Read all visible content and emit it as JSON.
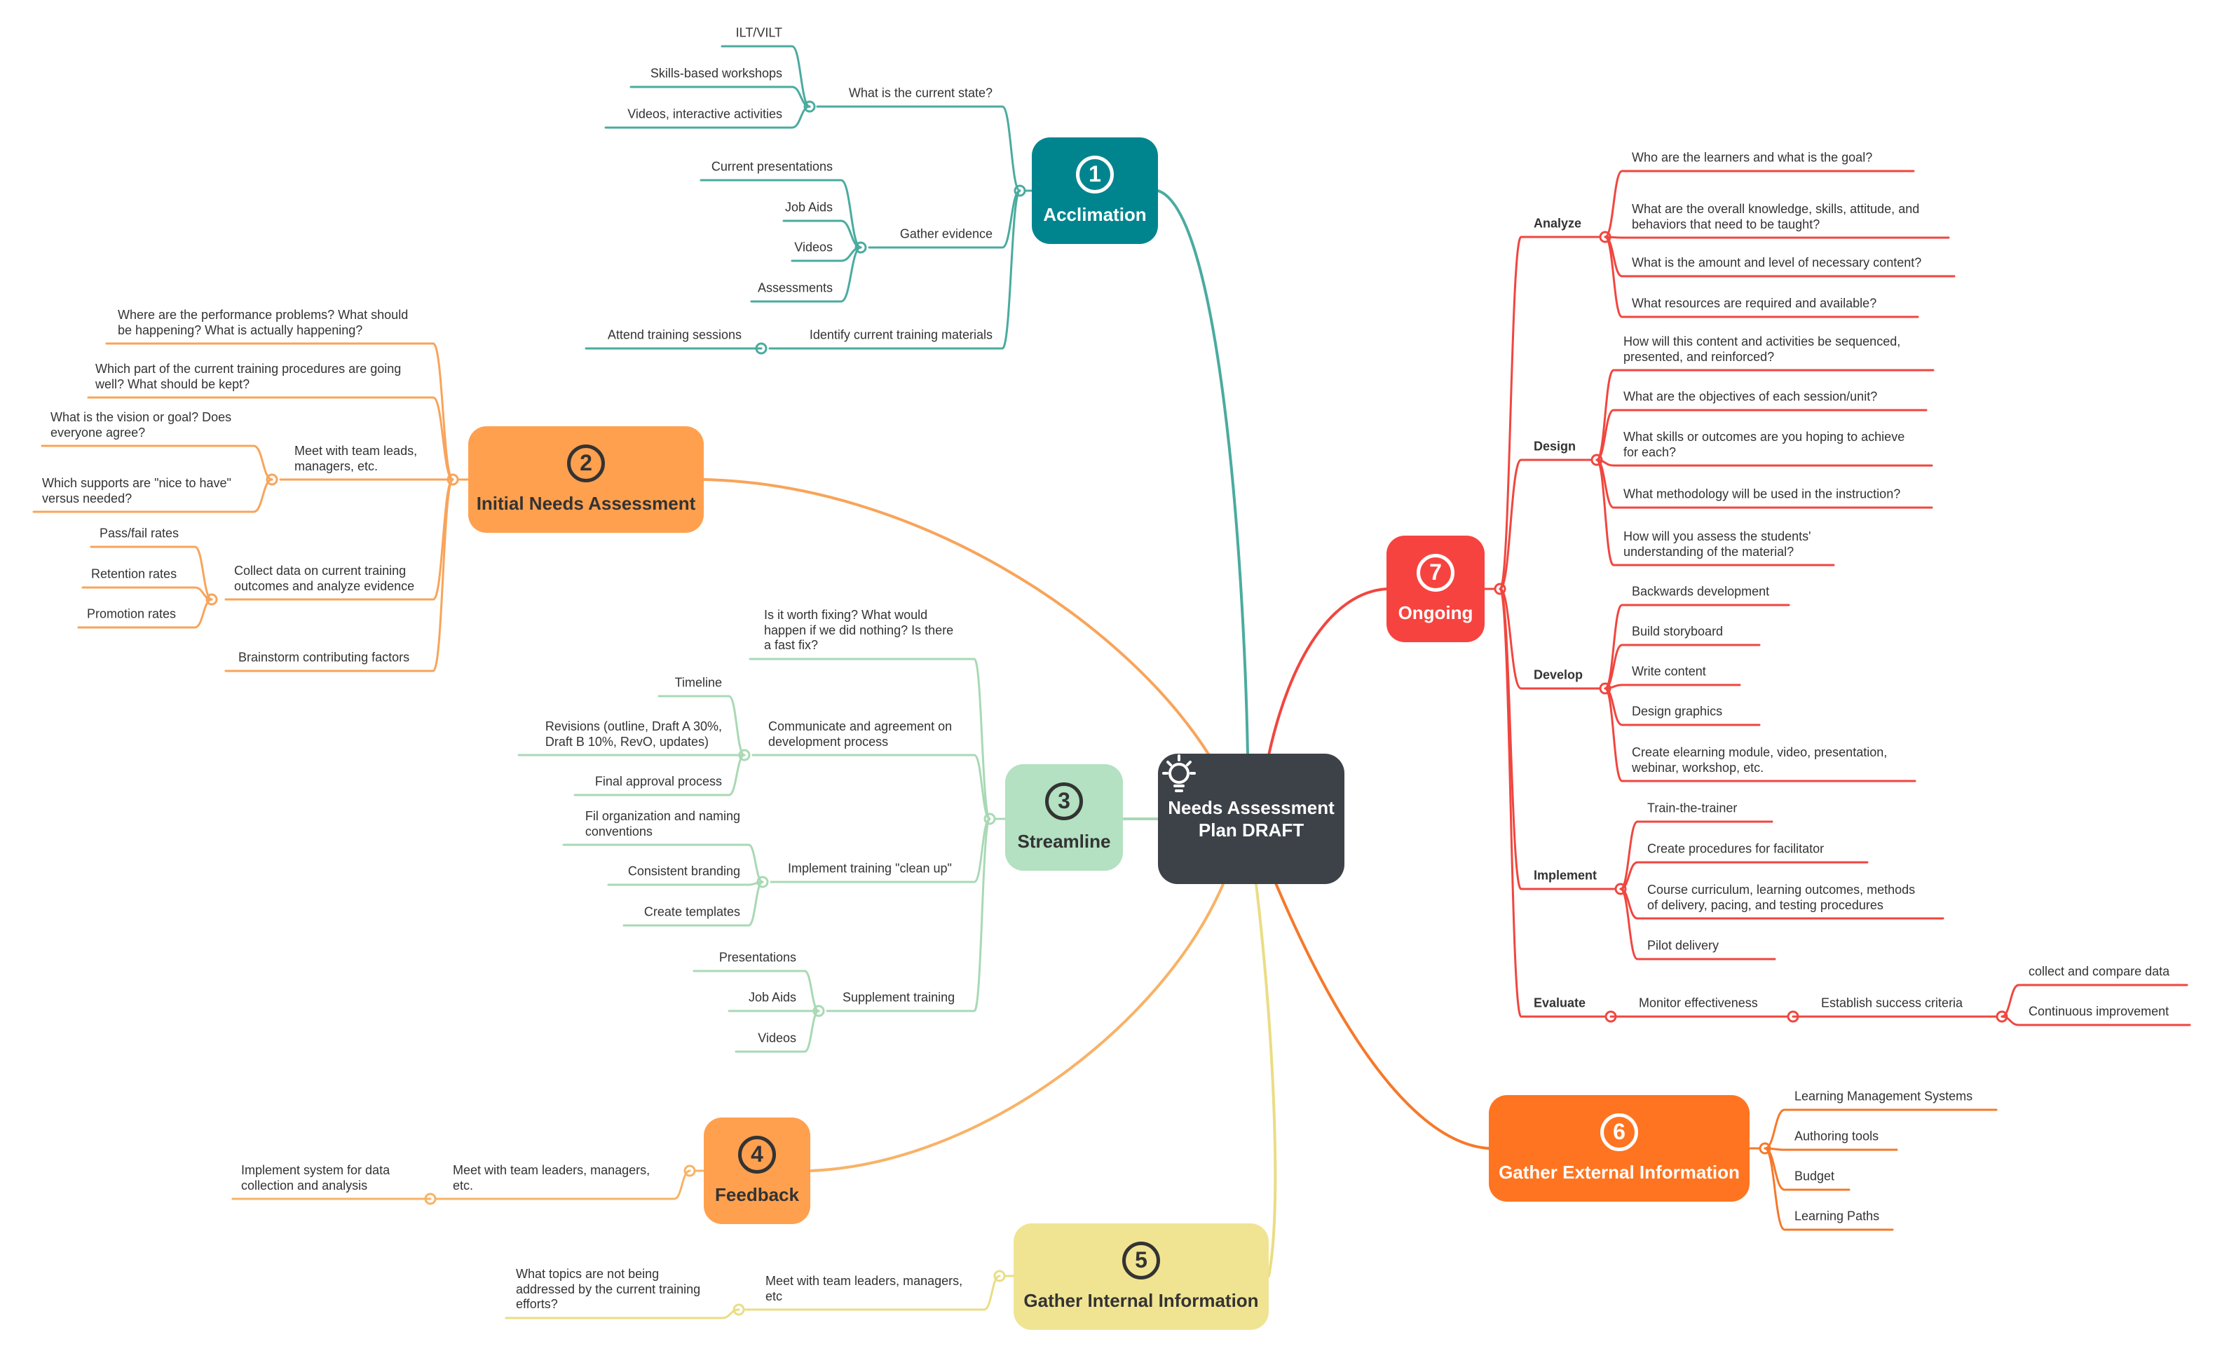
{
  "root": {
    "title": "Needs Assessment\nPlan DRAFT",
    "icon": "lightbulb-icon",
    "color": "#3d4148"
  },
  "branches": [
    {
      "id": "b1",
      "number": "1",
      "title": "Acclimation",
      "color": "#00858f",
      "line_color": "#4aab9f",
      "text_color": "#ffffff",
      "children": [
        {
          "text": "What is the current state?",
          "children": [
            {
              "text": "ILT/VILT"
            },
            {
              "text": "Skills-based workshops"
            },
            {
              "text": "Videos, interactive activities"
            }
          ]
        },
        {
          "text": "Gather evidence",
          "children": [
            {
              "text": "Current presentations"
            },
            {
              "text": "Job Aids"
            },
            {
              "text": "Videos"
            },
            {
              "text": "Assessments"
            }
          ]
        },
        {
          "text": "Identify current training materials",
          "children": [
            {
              "text": "Attend training sessions"
            }
          ]
        }
      ]
    },
    {
      "id": "b2",
      "number": "2",
      "title": "Initial Needs Assessment",
      "color": "#ffa04f",
      "line_color": "#f8a45a",
      "text_color": "#333333",
      "children": [
        {
          "text": "Where are the performance problems? What should\nbe happening? What is actually happening?"
        },
        {
          "text": "Which part of the current training procedures are going\nwell?  What should be kept?"
        },
        {
          "text": "Meet with team leads,\nmanagers, etc.",
          "children": [
            {
              "text": "What is the vision or goal?  Does\neveryone agree?"
            },
            {
              "text": "Which supports are \"nice to have\"\nversus needed?"
            }
          ]
        },
        {
          "text": "Collect data on current training\noutcomes and analyze evidence",
          "children": [
            {
              "text": "Pass/fail rates"
            },
            {
              "text": "Retention rates"
            },
            {
              "text": "Promotion rates"
            }
          ]
        },
        {
          "text": "Brainstorm contributing factors"
        }
      ]
    },
    {
      "id": "b3",
      "number": "3",
      "title": "Streamline",
      "color": "#b3e1c1",
      "line_color": "#a8d9b4",
      "text_color": "#333333",
      "children": [
        {
          "text": "Is it worth fixing?  What would\nhappen if we did nothing? Is there\na fast fix?"
        },
        {
          "text": "Communicate and agreement on\ndevelopment process",
          "children": [
            {
              "text": "Timeline"
            },
            {
              "text": "Revisions (outline, Draft A 30%,\nDraft B 10%, RevO, updates)"
            },
            {
              "text": "Final approval process"
            }
          ]
        },
        {
          "text": "Implement training \"clean up\"",
          "children": [
            {
              "text": "Fil organization and naming\nconventions"
            },
            {
              "text": "Consistent branding"
            },
            {
              "text": "Create templates"
            }
          ]
        },
        {
          "text": "Supplement training",
          "children": [
            {
              "text": "Presentations"
            },
            {
              "text": "Job Aids"
            },
            {
              "text": "Videos"
            }
          ]
        }
      ]
    },
    {
      "id": "b4",
      "number": "4",
      "title": "Feedback",
      "color": "#ffa04f",
      "line_color": "#f8b266",
      "text_color": "#333333",
      "children": [
        {
          "text": "Meet with team leaders, managers,\netc.",
          "children": [
            {
              "text": "Implement system for data\ncollection and analysis"
            }
          ]
        }
      ]
    },
    {
      "id": "b5",
      "number": "5",
      "title": "Gather Internal Information",
      "color": "#f0e493",
      "line_color": "#eadd84",
      "text_color": "#333333",
      "children": [
        {
          "text": "Meet with team leaders, managers,\netc",
          "children": [
            {
              "text": "What topics are not being\naddressed by the current training\nefforts?"
            }
          ]
        }
      ]
    },
    {
      "id": "b6",
      "number": "6",
      "title": "Gather External Information",
      "color": "#ff7420",
      "line_color": "#f5792a",
      "text_color": "#ffffff",
      "children": [
        {
          "text": "Learning Management Systems"
        },
        {
          "text": "Authoring tools"
        },
        {
          "text": "Budget"
        },
        {
          "text": "Learning Paths"
        }
      ]
    },
    {
      "id": "b7",
      "number": "7",
      "title": "Ongoing",
      "color": "#f7433f",
      "line_color": "#f0463f",
      "text_color": "#ffffff",
      "children": [
        {
          "text": "Analyze",
          "children": [
            {
              "text": "Who are the learners and what is the goal?"
            },
            {
              "text": "What are the overall knowledge, skills, attitude, and\nbehaviors that need to be taught?"
            },
            {
              "text": "What is the  amount and level of necessary content?"
            },
            {
              "text": "What resources are required and available?"
            }
          ]
        },
        {
          "text": "Design",
          "children": [
            {
              "text": "How will this content and activities be sequenced,\npresented, and reinforced?"
            },
            {
              "text": "What are the objectives of each session/unit?"
            },
            {
              "text": "What skills or outcomes are you hoping to achieve\nfor each?"
            },
            {
              "text": "What methodology will be used in the instruction?"
            },
            {
              "text": "How will you assess the students'\nunderstanding of the material?"
            }
          ]
        },
        {
          "text": "Develop",
          "children": [
            {
              "text": "Backwards development"
            },
            {
              "text": "Build storyboard"
            },
            {
              "text": "Write content"
            },
            {
              "text": "Design graphics"
            },
            {
              "text": "Create elearning module, video, presentation,\nwebinar, workshop, etc."
            }
          ]
        },
        {
          "text": "Implement",
          "children": [
            {
              "text": "Train-the-trainer"
            },
            {
              "text": "Create procedures for facilitator"
            },
            {
              "text": "Course curriculum, learning outcomes, methods\nof delivery, pacing, and testing procedures"
            },
            {
              "text": "Pilot delivery"
            }
          ]
        },
        {
          "text": "Evaluate",
          "children": [
            {
              "text": "Monitor effectiveness",
              "children": [
                {
                  "text": "Establish success criteria",
                  "children": [
                    {
                      "text": "collect and compare data"
                    },
                    {
                      "text": "Continuous improvement"
                    }
                  ]
                }
              ]
            }
          ]
        }
      ]
    }
  ]
}
